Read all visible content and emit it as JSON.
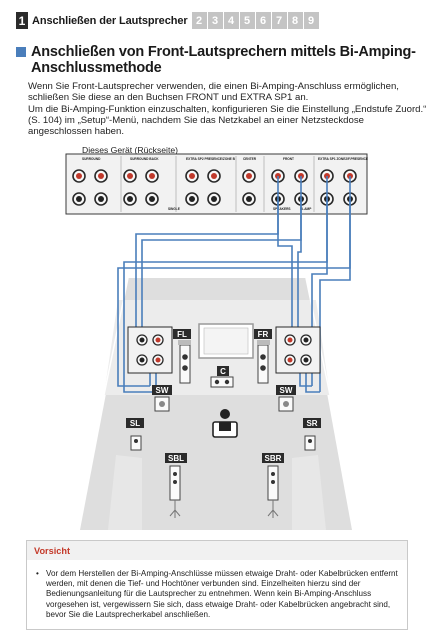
{
  "nav": {
    "current_number": "1",
    "current_title": "Anschließen der Lautsprecher",
    "steps": [
      "2",
      "3",
      "4",
      "5",
      "6",
      "7",
      "8",
      "9"
    ]
  },
  "heading": "Anschließen von Front-Lautsprechern mittels Bi-Amping-Anschlussmethode",
  "intro": {
    "p1": "Wenn Sie Front-Lautsprecher verwenden, die einen Bi-Amping-Anschluss ermöglichen, schließen Sie diese an den Buchsen FRONT und EXTRA SP1 an.",
    "p2": "Um die Bi-Amping-Funktion einzuschalten, konfigurieren Sie die Einstellung „Endstufe Zuord.“ (S. 104) im „Setup“-Menü, nachdem Sie das Netzkabel an einer Netzsteckdose angeschlossen haben."
  },
  "diagram": {
    "device_caption": "Dieses Gerät (Rückseite)",
    "panel_labels": [
      "SURROUND",
      "SURROUND BACK",
      "EXTRA SP2 PRESENCE/ZONE B",
      "CENTER",
      "FRONT",
      "EXTRA SP1 ZONE2/F.PRESENCE"
    ],
    "panel_sublabels": [
      "SINGLE",
      "SPEAKERS",
      "BI-AMP"
    ],
    "speakers": [
      "FL",
      "FR",
      "C",
      "SW",
      "SW",
      "SL",
      "SR",
      "SBL",
      "SBR"
    ],
    "colors": {
      "cable": "#4a7ebb",
      "label_bg": "#2b2b2b",
      "terminal_red": "#c0392b",
      "room_bg": "#dcdcdc"
    }
  },
  "caution": {
    "title": "Vorsicht",
    "bullet": "•",
    "text": "Vor dem Herstellen der Bi-Amping-Anschlüsse müssen etwaige Draht- oder Kabelbrücken entfernt werden, mit denen die Tief- und Hochtöner verbunden sind. Einzelheiten hierzu sind der Bedienungsanleitung für die Lautsprecher zu entnehmen. Wenn kein Bi-Amping-Anschluss vorgesehen ist, vergewissern Sie sich, dass etwaige Draht- oder Kabelbrücken angebracht sind, bevor Sie die Lautsprecherkabel anschließen."
  }
}
